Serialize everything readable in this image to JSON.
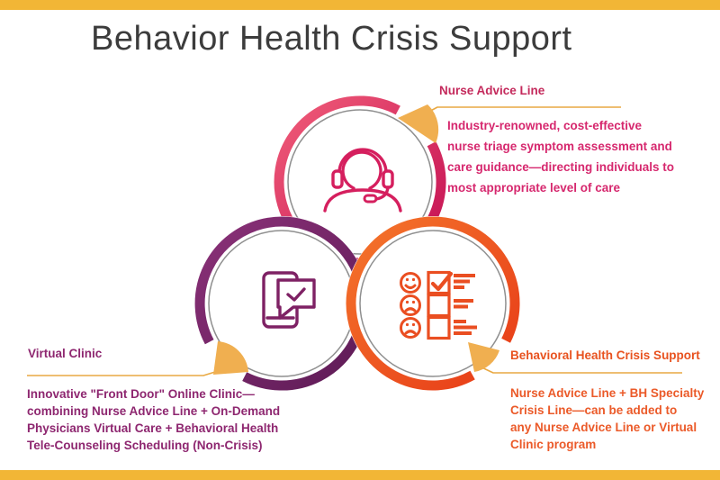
{
  "title": "Behavior Health Crisis Support",
  "theme": {
    "accent_bar_gold": "#F2B636",
    "arrow_gold": "#F0AF50",
    "pointer_line_gold": "#E9A943",
    "ring_pink": "#D51F5E",
    "ring_purple": "#7E2164",
    "ring_orange": "#EA4E21",
    "inner_ring_gray": "#8F8F8F",
    "title_color": "#3C3C3C"
  },
  "callouts": {
    "nurse_advice_line": {
      "label": "Nurse Advice Line",
      "icon": "headset-agent-icon",
      "color": "#D51F5E",
      "lines": [
        "Industry-renowned, cost-effective",
        "nurse triage symptom assessment and",
        "care guidance—directing individuals to",
        "most appropriate level of care"
      ]
    },
    "virtual_clinic": {
      "label": "Virtual Clinic",
      "icon": "tablet-chat-check-icon",
      "color": "#7E2164",
      "lines": [
        "Innovative \"Front Door\" Online Clinic—",
        "combining Nurse Advice Line + On-Demand",
        "Physicians Virtual Care + Behavioral Health",
        "Tele-Counseling Scheduling (Non-Crisis)"
      ]
    },
    "behavioral_health_crisis_support": {
      "label": "Behavioral Health Crisis Support",
      "icon": "survey-checklist-icon",
      "color": "#EA4E21",
      "lines": [
        "Nurse Advice Line + BH Specialty",
        "Crisis Line—can be added to",
        "any Nurse Advice Line or Virtual",
        "Clinic program"
      ]
    }
  }
}
